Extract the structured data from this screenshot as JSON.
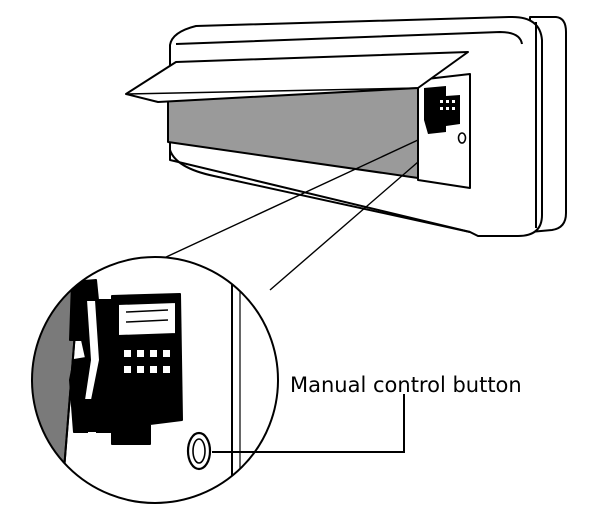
{
  "callout": {
    "label": "Manual control button"
  },
  "colors": {
    "line": "#000000",
    "background": "#ffffff",
    "panel_gray": "#9a9a9a",
    "circle_gray": "#7a7a7a"
  },
  "parts": [
    "indoor-unit-body",
    "front-panel-lifted",
    "filter-panel",
    "control-box",
    "magnifier-circle",
    "manual-control-button"
  ]
}
